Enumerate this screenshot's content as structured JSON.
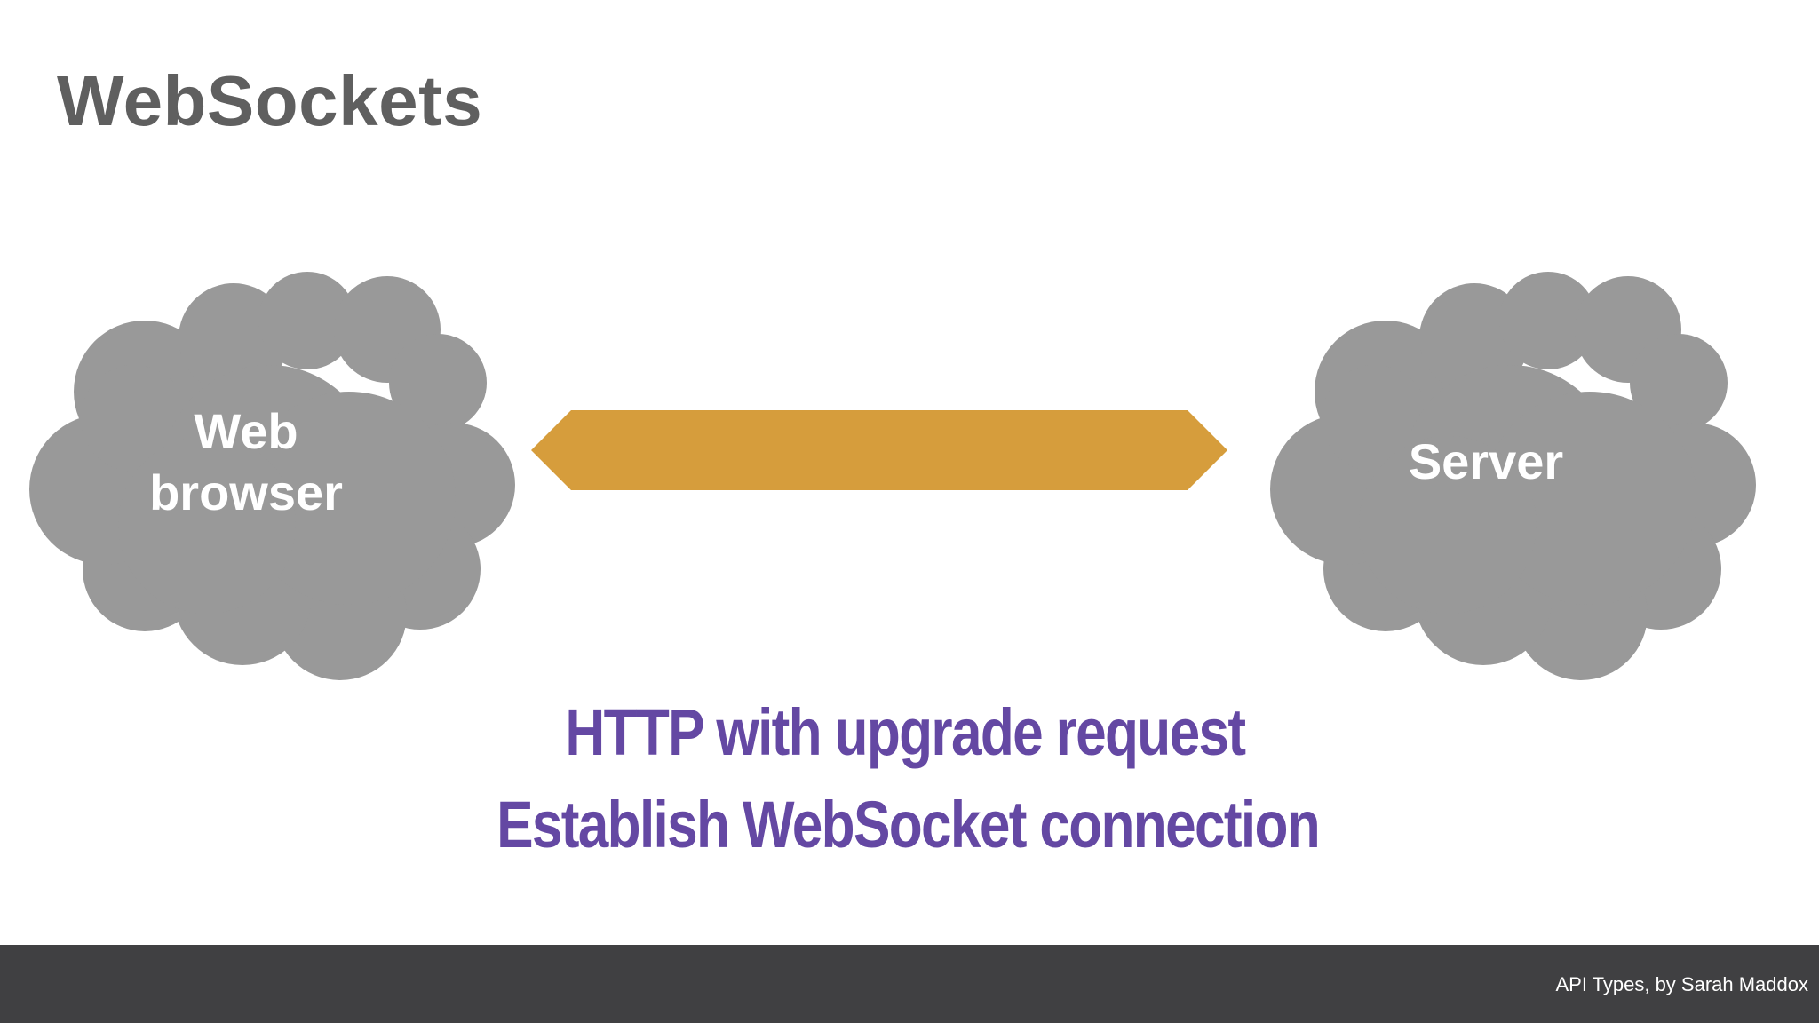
{
  "slide": {
    "title": "WebSockets",
    "left_cloud": {
      "line1": "Web",
      "line2": "browser",
      "icon": "cloud-icon"
    },
    "right_cloud": {
      "label": "Server",
      "icon": "cloud-icon"
    },
    "connector": {
      "icon": "double-headed-arrow-icon"
    },
    "messages": [
      "HTTP with upgrade request",
      "Establish WebSocket connection"
    ],
    "footer": "API Types, by Sarah Maddox"
  },
  "colors": {
    "title": "#5f5f5f",
    "cloud": "#999999",
    "arrow": "#d69d3c",
    "message": "#6448a3",
    "footer_bar": "#404042",
    "footer_text": "#ffffff"
  }
}
